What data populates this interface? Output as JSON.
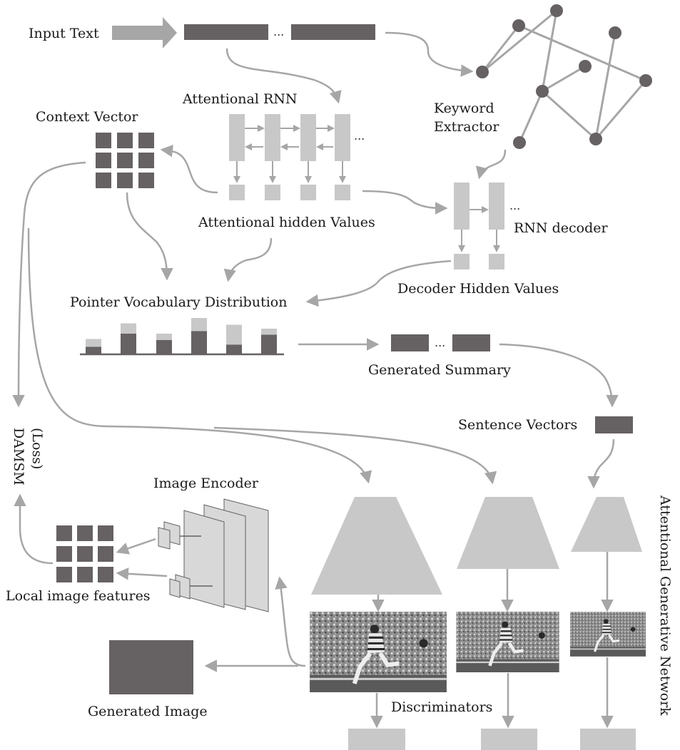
{
  "labels": {
    "input_text": "Input Text",
    "attentional_rnn": "Attentional RNN",
    "context_vector": "Context Vector",
    "keyword_extractor_line1": "Keyword",
    "keyword_extractor_line2": "Extractor",
    "attentional_hidden_values": "Attentional hidden Values",
    "rnn_decoder": "RNN decoder",
    "decoder_hidden_values": "Decoder Hidden Values",
    "pointer_vocab_distribution": "Pointer Vocabulary Distribution",
    "generated_summary": "Generated Summary",
    "sentence_vectors": "Sentence Vectors",
    "damsm_line1": "DAMSM",
    "damsm_line2": "(Loss)",
    "image_encoder": "Image Encoder",
    "local_image_features": "Local image features",
    "generated_image": "Generated Image",
    "discriminators": "Discriminators",
    "attentional_generative_network": "Attentional Generative Network",
    "ellipsis": "..."
  },
  "colors": {
    "dark_block": "#666163",
    "light_block": "#c8c8c8",
    "arrow": "#a6a6a6",
    "node": "#666163",
    "text": "#1a1a1a"
  },
  "icons": {
    "input_arrow": "block-arrow-right",
    "photo": "soccer-player-kick-photo"
  },
  "vocab_bars": [
    {
      "dark": 0.19,
      "total": 0.41
    },
    {
      "dark": 0.56,
      "total": 0.85
    },
    {
      "dark": 0.38,
      "total": 0.56
    },
    {
      "dark": 0.63,
      "total": 1.0
    },
    {
      "dark": 0.25,
      "total": 0.81
    },
    {
      "dark": 0.53,
      "total": 0.7
    }
  ]
}
